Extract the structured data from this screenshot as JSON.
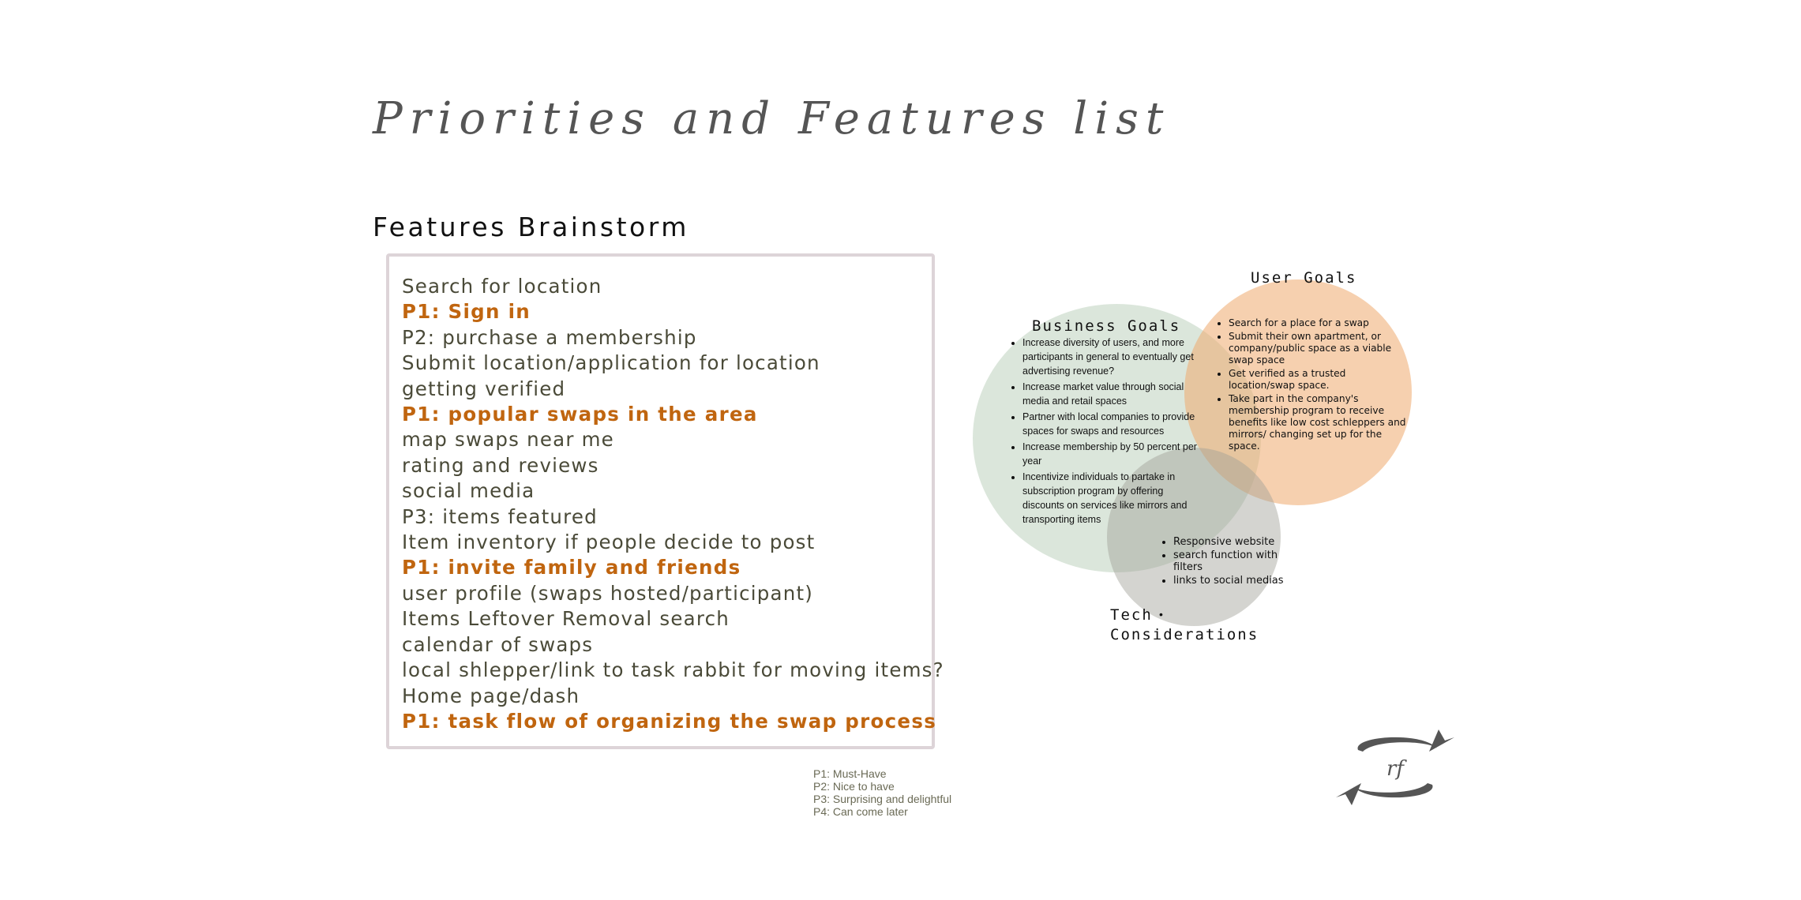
{
  "page": {
    "title": "Priorities and Features list",
    "subtitle": "Features Brainstorm"
  },
  "features": [
    {
      "text": "Search for location",
      "priority": ""
    },
    {
      "text": "P1: Sign in",
      "priority": "P1"
    },
    {
      "text": "P2: purchase a membership",
      "priority": "P2"
    },
    {
      "text": "Submit location/application for location",
      "priority": ""
    },
    {
      "text": "getting verified",
      "priority": ""
    },
    {
      "text": "P1: popular swaps in the area",
      "priority": "P1"
    },
    {
      "text": "map swaps near me",
      "priority": ""
    },
    {
      "text": "rating and reviews",
      "priority": ""
    },
    {
      "text": "social media",
      "priority": ""
    },
    {
      "text": "P3: items featured",
      "priority": "P3"
    },
    {
      "text": "Item inventory if people decide to post",
      "priority": ""
    },
    {
      "text": "P1: invite family and friends",
      "priority": "P1"
    },
    {
      "text": "user profile (swaps hosted/participant)",
      "priority": ""
    },
    {
      "text": "Items Leftover Removal search",
      "priority": ""
    },
    {
      "text": "calendar of swaps",
      "priority": ""
    },
    {
      "text": "local shlepper/link to task rabbit for moving items?",
      "priority": ""
    },
    {
      "text": "Home page/dash",
      "priority": ""
    },
    {
      "text": "P1: task flow of organizing the swap process",
      "priority": "P1"
    }
  ],
  "legend": [
    "P1: Must-Have",
    "P2: Nice to have",
    "P3: Surprising and delightful",
    "P4: Can come later"
  ],
  "venn": {
    "business": {
      "title": "Business Goals",
      "items": [
        "Increase diversity of users, and more participants in general to eventually get advertising revenue?",
        "Increase market value through social media and retail spaces",
        "Partner with local companies to provide spaces for swaps and resources",
        "Increase membership by 50 percent per year",
        "Incentivize individuals to partake in subscription program by offering discounts on services like mirrors and transporting items"
      ]
    },
    "user": {
      "title": "User Goals",
      "items": [
        "Search for a place for a swap",
        "Submit their own apartment, or company/public space as a viable swap space",
        "Get verified as a trusted location/swap space.",
        "Take part in the company's membership program to receive benefits like low cost schleppers and mirrors/ changing set up for the space."
      ]
    },
    "tech": {
      "title_line1": "Tech",
      "title_line2": "Considerations",
      "items": [
        "Responsive website",
        "search function with filters",
        "links to social medias"
      ]
    }
  },
  "colors": {
    "p1": "#c0650f",
    "text": "#4a4a38",
    "business_circle": "#bed2be",
    "user_circle": "#eeaa6e",
    "tech_circle": "#a0a096",
    "box_border": "#ddd4d8"
  },
  "logo": {
    "monogram": "rf",
    "icon": "leaf-swirl-logo-icon"
  }
}
